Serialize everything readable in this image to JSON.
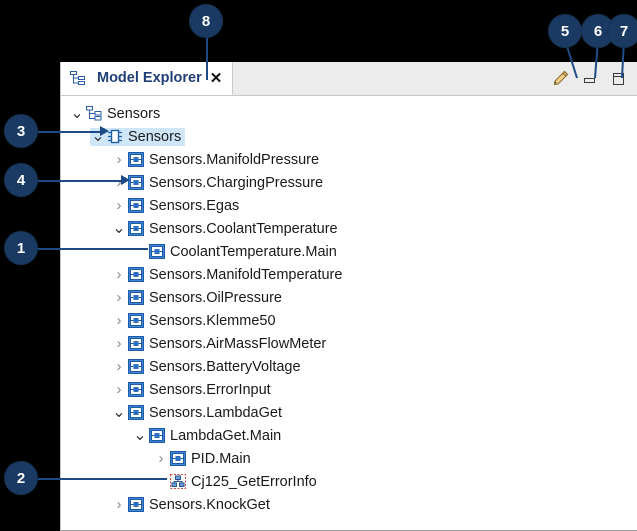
{
  "window": {
    "background_color": "#000000",
    "panel_background": "#ffffff"
  },
  "tab": {
    "title": "Model Explorer",
    "icon": "model-hierarchy-icon",
    "close_label": "✕"
  },
  "toolbar": {
    "buttons": [
      {
        "name": "edit-pencil-button",
        "icon": "pencil-icon",
        "label": ""
      },
      {
        "name": "minimize-button",
        "icon": "minimize-icon",
        "label": ""
      },
      {
        "name": "maximize-button",
        "icon": "maximize-icon",
        "label": ""
      }
    ]
  },
  "tree": {
    "selected": "Sensors",
    "selection_color": "#cfe6f9",
    "nodes": [
      {
        "indent": 0,
        "twisty": "open",
        "icon": "model-hierarchy-icon",
        "label": "Sensors",
        "selected": false
      },
      {
        "indent": 1,
        "twisty": "open",
        "icon": "chip-block-icon",
        "label": "Sensors",
        "selected": true
      },
      {
        "indent": 2,
        "twisty": "closed",
        "icon": "subsystem-icon",
        "label": "Sensors.ManifoldPressure",
        "selected": false
      },
      {
        "indent": 2,
        "twisty": "closed",
        "icon": "subsystem-icon",
        "label": "Sensors.ChargingPressure",
        "selected": false
      },
      {
        "indent": 2,
        "twisty": "closed",
        "icon": "subsystem-icon",
        "label": "Sensors.Egas",
        "selected": false
      },
      {
        "indent": 2,
        "twisty": "open",
        "icon": "subsystem-icon",
        "label": "Sensors.CoolantTemperature",
        "selected": false
      },
      {
        "indent": 3,
        "twisty": "blank",
        "icon": "subsystem-icon",
        "label": "CoolantTemperature.Main",
        "selected": false
      },
      {
        "indent": 2,
        "twisty": "closed",
        "icon": "subsystem-icon",
        "label": "Sensors.ManifoldTemperature",
        "selected": false
      },
      {
        "indent": 2,
        "twisty": "closed",
        "icon": "subsystem-icon",
        "label": "Sensors.OilPressure",
        "selected": false
      },
      {
        "indent": 2,
        "twisty": "closed",
        "icon": "subsystem-icon",
        "label": "Sensors.Klemme50",
        "selected": false
      },
      {
        "indent": 2,
        "twisty": "closed",
        "icon": "subsystem-icon",
        "label": "Sensors.AirMassFlowMeter",
        "selected": false
      },
      {
        "indent": 2,
        "twisty": "closed",
        "icon": "subsystem-icon",
        "label": "Sensors.BatteryVoltage",
        "selected": false
      },
      {
        "indent": 2,
        "twisty": "closed",
        "icon": "subsystem-icon",
        "label": "Sensors.ErrorInput",
        "selected": false
      },
      {
        "indent": 2,
        "twisty": "open",
        "icon": "subsystem-icon",
        "label": "Sensors.LambdaGet",
        "selected": false
      },
      {
        "indent": 3,
        "twisty": "open",
        "icon": "subsystem-icon",
        "label": "LambdaGet.Main",
        "selected": false
      },
      {
        "indent": 4,
        "twisty": "closed",
        "icon": "subsystem-icon",
        "label": "PID.Main",
        "selected": false
      },
      {
        "indent": 4,
        "twisty": "blank",
        "icon": "model-reference-icon",
        "label": "Cj125_GetErrorInfo",
        "selected": false
      },
      {
        "indent": 2,
        "twisty": "closed",
        "icon": "subsystem-icon",
        "label": "Sensors.KnockGet",
        "selected": false
      }
    ]
  },
  "callouts": {
    "color": "#1b3a63",
    "leader_color": "#1d4b87",
    "items": [
      {
        "number": "1",
        "target": "CoolantTemperature.Main"
      },
      {
        "number": "2",
        "target": "Cj125_GetErrorInfo"
      },
      {
        "number": "3",
        "target": "Sensors"
      },
      {
        "number": "4",
        "target": "Sensors.ChargingPressure"
      },
      {
        "number": "5",
        "target": "pencil-icon"
      },
      {
        "number": "6",
        "target": "minimize-icon"
      },
      {
        "number": "7",
        "target": "maximize-icon"
      },
      {
        "number": "8",
        "target": "Model Explorer"
      }
    ]
  }
}
